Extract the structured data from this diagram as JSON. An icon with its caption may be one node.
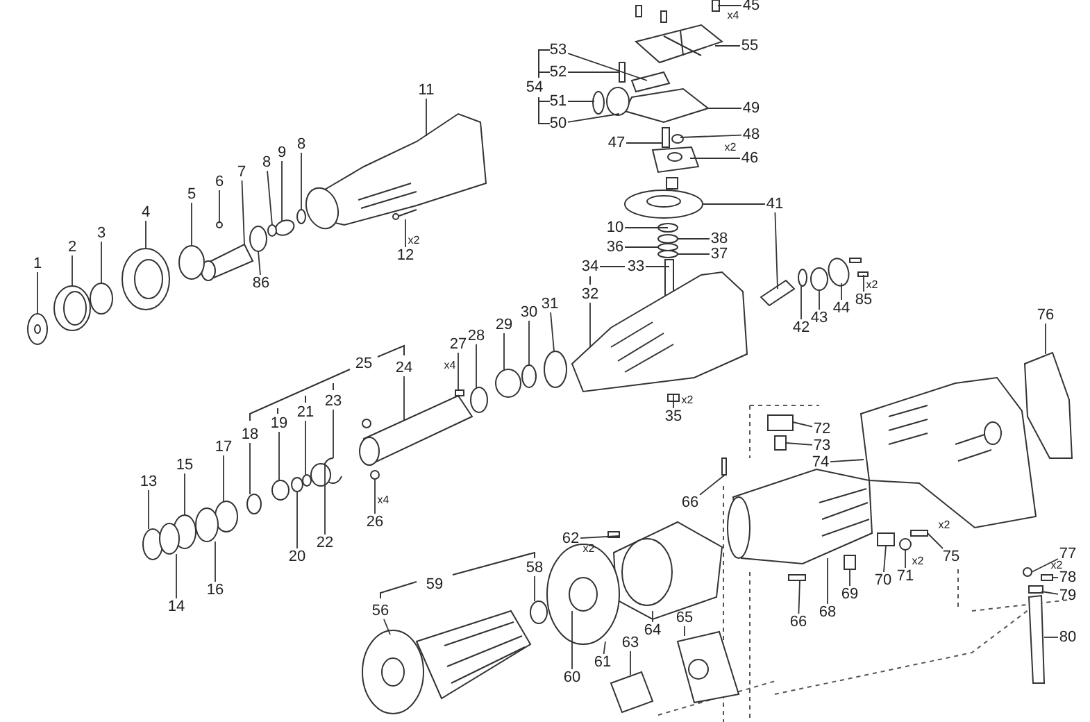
{
  "diagram": {
    "nodes": [
      {
        "text": [
          "45"
        ]
      },
      {
        "text": [
          "53"
        ]
      },
      {
        "text": [
          "55"
        ]
      },
      {
        "text": [
          "52"
        ]
      },
      {
        "text": [
          "11"
        ]
      },
      {
        "text": [
          "51"
        ]
      },
      {
        "text": [
          "49"
        ]
      },
      {
        "text": [
          "50"
        ]
      },
      {
        "text": [
          "48"
        ]
      },
      {
        "text": [
          "47"
        ]
      },
      {
        "text": [
          "8"
        ]
      },
      {
        "text": [
          "9"
        ]
      },
      {
        "text": [
          "46"
        ]
      },
      {
        "text": [
          "8"
        ]
      },
      {
        "text": [
          "7"
        ]
      },
      {
        "text": [
          "6"
        ]
      },
      {
        "text": [
          "5"
        ]
      },
      {
        "text": [
          "41"
        ]
      },
      {
        "text": [
          "4"
        ]
      },
      {
        "text": [
          "10"
        ]
      },
      {
        "text": [
          "3"
        ]
      },
      {
        "text": [
          "38"
        ]
      },
      {
        "text": [
          "36"
        ]
      },
      {
        "text": [
          "2"
        ]
      },
      {
        "text": [
          "37"
        ]
      },
      {
        "text": [
          "12"
        ]
      },
      {
        "text": [
          "1"
        ]
      },
      {
        "text": [
          "33"
        ]
      },
      {
        "text": [
          "86"
        ]
      },
      {
        "text": [
          "32"
        ]
      },
      {
        "text": [
          "31"
        ]
      },
      {
        "text": [
          "85"
        ]
      },
      {
        "text": [
          "44"
        ]
      },
      {
        "text": [
          "30"
        ]
      },
      {
        "text": [
          "76"
        ]
      },
      {
        "text": [
          "43"
        ]
      },
      {
        "text": [
          "29"
        ]
      },
      {
        "text": [
          "42"
        ]
      },
      {
        "text": [
          "28"
        ]
      },
      {
        "text": [
          "27"
        ]
      },
      {
        "text": [
          "24"
        ]
      },
      {
        "text": [
          "35"
        ]
      },
      {
        "text": [
          "23"
        ]
      },
      {
        "text": [
          "21"
        ]
      },
      {
        "text": [
          "19"
        ]
      },
      {
        "text": [
          "72"
        ]
      },
      {
        "text": [
          "18"
        ]
      },
      {
        "text": [
          "73"
        ]
      },
      {
        "text": [
          "17"
        ]
      },
      {
        "text": [
          "74"
        ]
      },
      {
        "text": [
          "15"
        ]
      },
      {
        "text": [
          "13"
        ]
      },
      {
        "text": [
          "66"
        ]
      },
      {
        "text": [
          "26"
        ]
      },
      {
        "text": [
          "62"
        ]
      },
      {
        "text": [
          "22"
        ]
      },
      {
        "text": [
          "75"
        ]
      },
      {
        "text": [
          "77"
        ]
      },
      {
        "text": [
          "20"
        ]
      },
      {
        "text": [
          "58"
        ]
      },
      {
        "text": [
          "71"
        ]
      },
      {
        "text": [
          "78"
        ]
      },
      {
        "text": [
          "70"
        ]
      },
      {
        "text": [
          "16"
        ]
      },
      {
        "text": [
          "69"
        ]
      },
      {
        "text": [
          "79"
        ]
      },
      {
        "text": [
          "56"
        ]
      },
      {
        "text": [
          "14"
        ]
      },
      {
        "text": [
          "68"
        ]
      },
      {
        "text": [
          "66"
        ]
      },
      {
        "text": [
          "65"
        ]
      },
      {
        "text": [
          "64"
        ]
      },
      {
        "text": [
          "80"
        ]
      },
      {
        "text": [
          "63"
        ]
      },
      {
        "text": [
          "61"
        ]
      },
      {
        "text": [
          "60"
        ]
      },
      {
        "text": [],
        "shape": "picture"
      },
      {
        "text": [],
        "shape": "picture"
      },
      {
        "text": [],
        "shape": "picture"
      },
      {
        "text": [],
        "shape": "box"
      },
      {
        "text": [],
        "shape": "picture"
      },
      {
        "text": [],
        "shape": "circle"
      },
      {
        "text": [],
        "shape": "picture"
      },
      {
        "text": [],
        "shape": "circle"
      },
      {
        "text": [],
        "shape": "circle"
      },
      {
        "text": [],
        "shape": "box"
      },
      {
        "text": [],
        "shape": "circle"
      },
      {
        "text": [],
        "shape": "circle"
      },
      {
        "text": [],
        "shape": "picture"
      },
      {
        "text": [],
        "shape": "circle"
      },
      {
        "text": [],
        "shape": "picture"
      },
      {
        "text": [],
        "shape": "circle"
      },
      {
        "text": [],
        "shape": "circle"
      },
      {
        "text": [],
        "shape": "picture"
      },
      {
        "text": [],
        "shape": "picture"
      },
      {
        "text": [],
        "shape": "circle"
      },
      {
        "text": [],
        "shape": "circle"
      },
      {
        "text": [],
        "shape": "circle"
      },
      {
        "text": [],
        "shape": "circle"
      },
      {
        "text": [],
        "shape": "picture"
      },
      {
        "text": [],
        "shape": "circle"
      },
      {
        "text": [],
        "shape": "picture"
      },
      {
        "text": [],
        "shape": "picture"
      },
      {
        "text": [],
        "shape": "box"
      },
      {
        "text": [],
        "shape": "circle"
      },
      {
        "text": [],
        "shape": "picture"
      },
      {
        "text": [],
        "shape": "circle"
      },
      {
        "text": [],
        "shape": "picture"
      },
      {
        "text": [],
        "shape": "circle"
      },
      {
        "text": [],
        "shape": "circle"
      },
      {
        "text": [],
        "shape": "picture"
      },
      {
        "text": [],
        "shape": "circle"
      },
      {
        "text": [],
        "shape": "circle"
      },
      {
        "text": [],
        "shape": "circle"
      },
      {
        "text": [],
        "shape": "circle"
      },
      {
        "text": [],
        "shape": "box"
      },
      {
        "text": [],
        "shape": "picture"
      },
      {
        "text": [],
        "shape": "box"
      },
      {
        "text": [],
        "shape": "picture"
      },
      {
        "text": [],
        "shape": "circle"
      },
      {
        "text": [],
        "shape": "circle"
      },
      {
        "text": [],
        "shape": "box"
      },
      {
        "text": [],
        "shape": "circle"
      },
      {
        "text": [],
        "shape": "box"
      },
      {
        "text": [],
        "shape": "circle"
      },
      {
        "text": [],
        "shape": "picture"
      },
      {
        "text": [],
        "shape": "circle"
      },
      {
        "text": [],
        "shape": "circle"
      },
      {
        "text": [],
        "shape": "box"
      },
      {
        "text": [],
        "shape": "picture"
      },
      {
        "text": [],
        "shape": "box"
      },
      {
        "text": [],
        "shape": "circle"
      },
      {
        "text": [],
        "shape": "box"
      },
      {
        "text": [],
        "shape": "circle"
      },
      {
        "text": [],
        "shape": "circle"
      },
      {
        "text": [],
        "shape": "circle"
      },
      {
        "text": [],
        "shape": "circle"
      },
      {
        "text": [],
        "shape": "box"
      },
      {
        "text": [],
        "shape": "box"
      },
      {
        "text": [],
        "shape": "circle"
      },
      {
        "text": [],
        "shape": "box"
      },
      {
        "text": [],
        "shape": "box"
      },
      {
        "text": [],
        "shape": "picture"
      },
      {
        "text": [],
        "shape": "circle"
      },
      {
        "text": [],
        "shape": "picture"
      },
      {
        "text": [],
        "shape": "box"
      },
      {
        "text": [],
        "shape": "picture"
      },
      {
        "text": [],
        "shape": "picture"
      },
      {
        "text": [],
        "shape": "picture"
      },
      {
        "text": [],
        "shape": "picture"
      },
      {
        "text": [],
        "shape": "picture"
      },
      {
        "text": [],
        "shape": "picture"
      }
    ],
    "edges": [
      {
        "from": 0,
        "to": 76,
        "arrow": "none"
      },
      {
        "from": 1,
        "to": 77,
        "arrow": "none"
      },
      {
        "from": 2,
        "to": 78,
        "arrow": "none"
      },
      {
        "from": 3,
        "to": 79,
        "arrow": "none"
      },
      {
        "from": 4,
        "to": 80,
        "arrow": "none"
      },
      {
        "from": 5,
        "to": 81,
        "arrow": "none"
      },
      {
        "from": 6,
        "to": 82,
        "arrow": "none"
      },
      {
        "from": 7,
        "to": 83,
        "arrow": "none"
      },
      {
        "from": 8,
        "to": 84,
        "arrow": "none"
      },
      {
        "from": 9,
        "to": 85,
        "arrow": "none"
      },
      {
        "from": 10,
        "to": 86,
        "arrow": "none"
      },
      {
        "from": 11,
        "to": 87,
        "arrow": "none"
      },
      {
        "from": 12,
        "to": 88,
        "arrow": "none"
      },
      {
        "from": 13,
        "to": 89,
        "arrow": "none"
      },
      {
        "from": 14,
        "to": 90,
        "arrow": "none"
      },
      {
        "from": 15,
        "to": 91,
        "arrow": "none"
      },
      {
        "from": 16,
        "to": 92,
        "arrow": "none"
      },
      {
        "from": 17,
        "to": 93,
        "arrow": "none"
      },
      {
        "from": 18,
        "to": 94,
        "arrow": "none"
      },
      {
        "from": 19,
        "to": 95,
        "arrow": "none"
      },
      {
        "from": 20,
        "to": 96,
        "arrow": "none"
      },
      {
        "from": 21,
        "to": 97,
        "arrow": "none"
      },
      {
        "from": 22,
        "to": 98,
        "arrow": "none"
      },
      {
        "from": 23,
        "to": 99,
        "arrow": "none"
      },
      {
        "from": 24,
        "to": 100,
        "arrow": "none"
      },
      {
        "from": 25,
        "to": 101,
        "arrow": "none"
      },
      {
        "from": 26,
        "to": 102,
        "arrow": "none"
      },
      {
        "from": 27,
        "to": 103,
        "arrow": "none"
      },
      {
        "from": 28,
        "to": 104,
        "arrow": "none"
      },
      {
        "from": 29,
        "to": 105,
        "arrow": "none"
      },
      {
        "from": 30,
        "to": 106,
        "arrow": "none"
      },
      {
        "from": 31,
        "to": 107,
        "arrow": "none"
      },
      {
        "from": 32,
        "to": 108,
        "arrow": "none"
      },
      {
        "from": 33,
        "to": 109,
        "arrow": "none"
      },
      {
        "from": 34,
        "to": 110,
        "arrow": "none"
      },
      {
        "from": 35,
        "to": 111,
        "arrow": "none"
      },
      {
        "from": 36,
        "to": 112,
        "arrow": "none"
      },
      {
        "from": 37,
        "to": 113,
        "arrow": "none"
      },
      {
        "from": 38,
        "to": 114,
        "arrow": "none"
      },
      {
        "from": 39,
        "to": 115,
        "arrow": "none"
      },
      {
        "from": 40,
        "to": 116,
        "arrow": "none"
      },
      {
        "from": 41,
        "to": 117,
        "arrow": "none"
      },
      {
        "from": 42,
        "to": 118,
        "arrow": "none"
      },
      {
        "from": 43,
        "to": 119,
        "arrow": "none"
      },
      {
        "from": 44,
        "to": 120,
        "arrow": "none"
      },
      {
        "from": 45,
        "to": 121,
        "arrow": "none"
      },
      {
        "from": 46,
        "to": 122,
        "arrow": "none"
      },
      {
        "from": 47,
        "to": 123,
        "arrow": "none"
      },
      {
        "from": 48,
        "to": 124,
        "arrow": "none"
      },
      {
        "from": 49,
        "to": 125,
        "arrow": "none"
      },
      {
        "from": 50,
        "to": 126,
        "arrow": "none"
      },
      {
        "from": 51,
        "to": 127,
        "arrow": "none"
      },
      {
        "from": 52,
        "to": 128,
        "arrow": "none"
      },
      {
        "from": 53,
        "to": 129,
        "arrow": "none"
      },
      {
        "from": 54,
        "to": 130,
        "arrow": "none"
      },
      {
        "from": 55,
        "to": 131,
        "arrow": "none"
      },
      {
        "from": 56,
        "to": 132,
        "arrow": "none"
      },
      {
        "from": 57,
        "to": 133,
        "arrow": "none"
      },
      {
        "from": 58,
        "to": 134,
        "arrow": "none"
      },
      {
        "from": 59,
        "to": 135,
        "arrow": "none"
      },
      {
        "from": 60,
        "to": 136,
        "arrow": "none"
      },
      {
        "from": 61,
        "to": 137,
        "arrow": "none"
      },
      {
        "from": 62,
        "to": 138,
        "arrow": "none"
      },
      {
        "from": 63,
        "to": 139,
        "arrow": "none"
      },
      {
        "from": 64,
        "to": 140,
        "arrow": "none"
      },
      {
        "from": 65,
        "to": 141,
        "arrow": "none"
      },
      {
        "from": 66,
        "to": 142,
        "arrow": "none"
      },
      {
        "from": 67,
        "to": 143,
        "arrow": "none"
      },
      {
        "from": 68,
        "to": 144,
        "arrow": "none"
      },
      {
        "from": 69,
        "to": 145,
        "arrow": "none"
      },
      {
        "from": 70,
        "to": 146,
        "arrow": "none"
      },
      {
        "from": 71,
        "to": 147,
        "arrow": "none"
      },
      {
        "from": 72,
        "to": 148,
        "arrow": "none"
      },
      {
        "from": 73,
        "to": 149,
        "arrow": "none"
      },
      {
        "from": 74,
        "to": 150,
        "arrow": "none"
      },
      {
        "from": 75,
        "to": 150,
        "arrow": "none"
      },
      {
        "from": 17,
        "to": 151,
        "arrow": "none"
      }
    ],
    "labels": [
      "x4",
      "54",
      "x2",
      "x2",
      "34",
      "x2",
      "x4",
      "25",
      "x2",
      "x4",
      "x2",
      "x2",
      "x2",
      "x2",
      "59"
    ]
  }
}
